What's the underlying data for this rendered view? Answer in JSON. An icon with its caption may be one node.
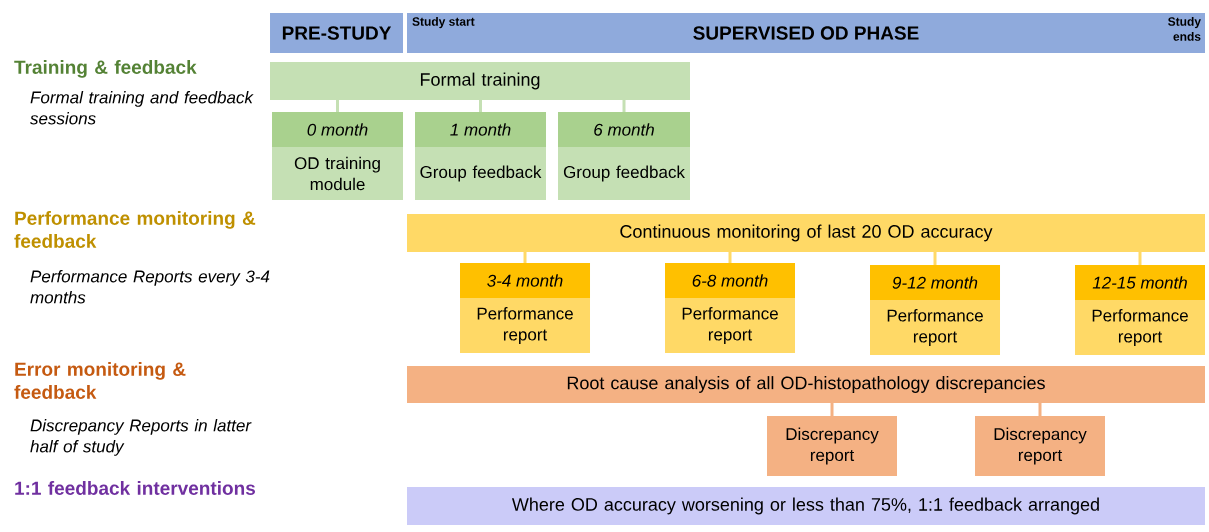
{
  "diagram": {
    "nodes": [
      {
        "text": [
          "PRE-STUDY"
        ]
      },
      {
        "text": [
          "Study start",
          "SUPERVISED OD PHASE",
          "Study ends"
        ]
      },
      {
        "text": [
          "Formal training"
        ]
      },
      {
        "text": [
          "0 month",
          "OD training module"
        ]
      },
      {
        "text": [
          "1 month",
          "Group feedback"
        ]
      },
      {
        "text": [
          "6 month",
          "Group feedback"
        ]
      },
      {
        "text": [
          "Continuous monitoring of last 20 OD accuracy"
        ]
      },
      {
        "text": [
          "3-4 month",
          "Performance report"
        ]
      },
      {
        "text": [
          "6-8 month",
          "Performance report"
        ]
      },
      {
        "text": [
          "9-12 month",
          "Performance report"
        ]
      },
      {
        "text": [
          "12-15 month",
          "Performance report"
        ]
      },
      {
        "text": [
          "Root cause analysis of all OD-histopathology discrepancies"
        ]
      },
      {
        "text": [
          "Discrepancy report"
        ]
      },
      {
        "text": [
          "Discrepancy report"
        ]
      },
      {
        "text": [
          "Where OD accuracy worsening or less than 75%, 1:1 feedback arranged"
        ]
      }
    ],
    "edges": [
      {
        "from": 2,
        "to": 3,
        "arrow": "none",
        "color": "#c5e0b4"
      },
      {
        "from": 2,
        "to": 4,
        "arrow": "none",
        "color": "#c5e0b4"
      },
      {
        "from": 2,
        "to": 5,
        "arrow": "none",
        "color": "#c5e0b4"
      },
      {
        "from": 6,
        "to": 7,
        "arrow": "none"
      },
      {
        "from": 6,
        "to": 8,
        "arrow": "none"
      },
      {
        "from": 6,
        "to": 9,
        "arrow": "none"
      },
      {
        "from": 6,
        "to": 10,
        "arrow": "none"
      },
      {
        "from": 11,
        "to": 12,
        "arrow": "none",
        "color": "#f4b183"
      },
      {
        "from": 11,
        "to": 13,
        "arrow": "none",
        "color": "#f4b183"
      }
    ],
    "labels": [
      "Training & feedback",
      "Formal training and feedback sessions",
      "Performance monitoring & feedback",
      "Performance Reports every 3-4 months",
      "Error monitoring & feedback",
      "Discrepancy Reports in latter half of study",
      "1:1 feedback interventions"
    ]
  }
}
